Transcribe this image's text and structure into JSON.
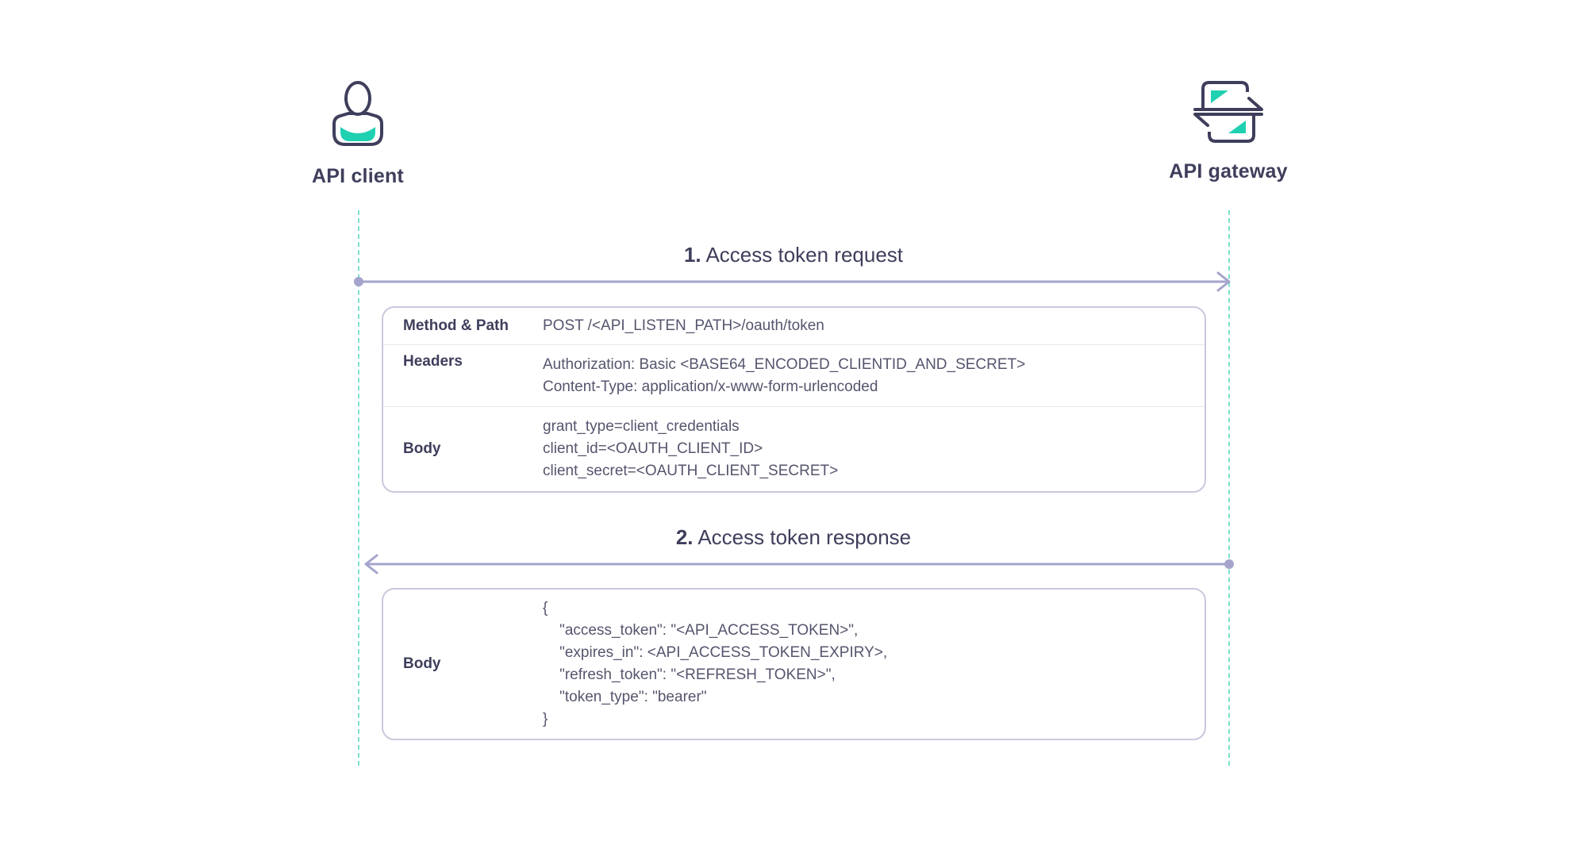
{
  "actors": {
    "client": {
      "name": "API client",
      "icon": "user-icon",
      "accent": "#1fd1b1"
    },
    "gateway": {
      "name": "API gateway",
      "icon": "gateway-icon",
      "accent": "#1fd1b1"
    }
  },
  "colors": {
    "arrow": "#a4a4cc",
    "lifeline": "#7fe0cf",
    "text": "#3e3e5c",
    "box_border": "#c9c9dd"
  },
  "request": {
    "number": "1.",
    "label": "Access token request",
    "direction": "client-to-gateway",
    "rows": [
      {
        "key": "Method & Path",
        "lines": [
          "POST /<API_LISTEN_PATH>/oauth/token"
        ]
      },
      {
        "key": "Headers",
        "lines": [
          "Authorization: Basic <BASE64_ENCODED_CLIENTID_AND_SECRET>",
          "Content-Type: application/x-www-form-urlencoded"
        ]
      },
      {
        "key": "Body",
        "lines": [
          "grant_type=client_credentials",
          "client_id=<OAUTH_CLIENT_ID>",
          "client_secret=<OAUTH_CLIENT_SECRET>"
        ]
      }
    ]
  },
  "response": {
    "number": "2.",
    "label": "Access token response",
    "direction": "gateway-to-client",
    "rows": [
      {
        "key": "Body",
        "lines": [
          "{",
          "    \"access_token\": \"<API_ACCESS_TOKEN>\",",
          "    \"expires_in\": <API_ACCESS_TOKEN_EXPIRY>,",
          "    \"refresh_token\": \"<REFRESH_TOKEN>\",",
          "    \"token_type\": \"bearer\"",
          "}"
        ]
      }
    ]
  }
}
